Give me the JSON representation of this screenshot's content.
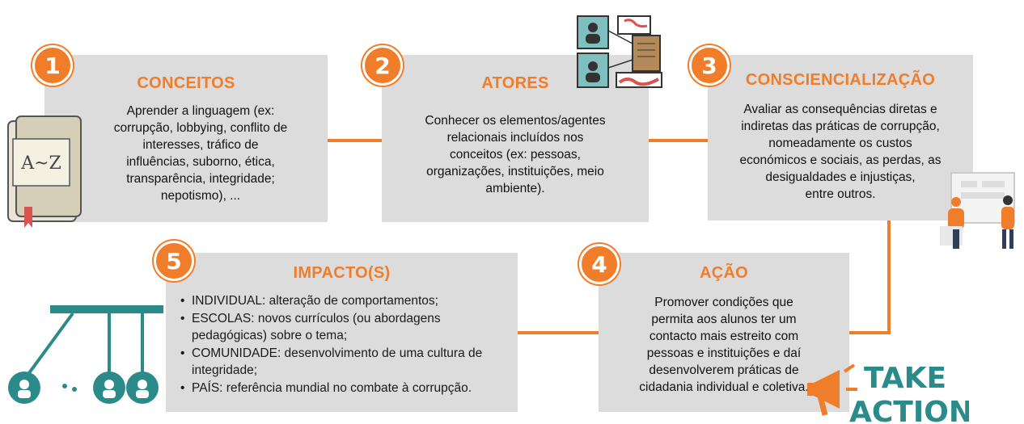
{
  "steps": [
    {
      "number": "1",
      "title": "CONCEITOS",
      "lines": [
        "Aprender a linguagem (ex:",
        "corrupção, lobbying, conflito de",
        "interesses, tráfico de",
        "influências, suborno, ética,",
        "transparência, integridade;",
        "nepotismo), ..."
      ]
    },
    {
      "number": "2",
      "title": "ATORES",
      "lines": [
        "Conhecer os elementos/agentes",
        "relacionais incluídos nos",
        "conceitos (ex: pessoas,",
        "organizações, instituições, meio",
        "ambiente)."
      ]
    },
    {
      "number": "3",
      "title": "CONSCIENCIALIZAÇÃO",
      "lines": [
        "Avaliar as consequências diretas e",
        "indiretas das práticas de corrupção,",
        "nomeadamente os custos",
        "económicos e sociais, as perdas, as",
        "desigualdades e injustiças,",
        "entre outros."
      ]
    },
    {
      "number": "4",
      "title": "AÇÃO",
      "lines": [
        "Promover condições que",
        "permita aos alunos ter um",
        "contacto mais estreito com",
        "pessoas e instituições e daí",
        "desenvolverem práticas de",
        "cidadania individual e coletiva."
      ]
    },
    {
      "number": "5",
      "title": "IMPACTO(S)",
      "items": [
        "INDIVIDUAL: alteração de comportamentos;",
        "ESCOLAS: novos currículos (ou abordagens pedagógicas) sobre o tema;",
        "COMUNIDADE: desenvolvimento de uma cultura de integridade;",
        "PAÍS: referência mundial no combate à corrupção."
      ]
    }
  ],
  "book": {
    "label": "A~Z"
  },
  "logo": {
    "line1": "TAKE",
    "line2": "ACTION"
  },
  "colors": {
    "accent": "#f07d2a",
    "box": "#dcdcdc",
    "teal": "#2b8a8a"
  }
}
